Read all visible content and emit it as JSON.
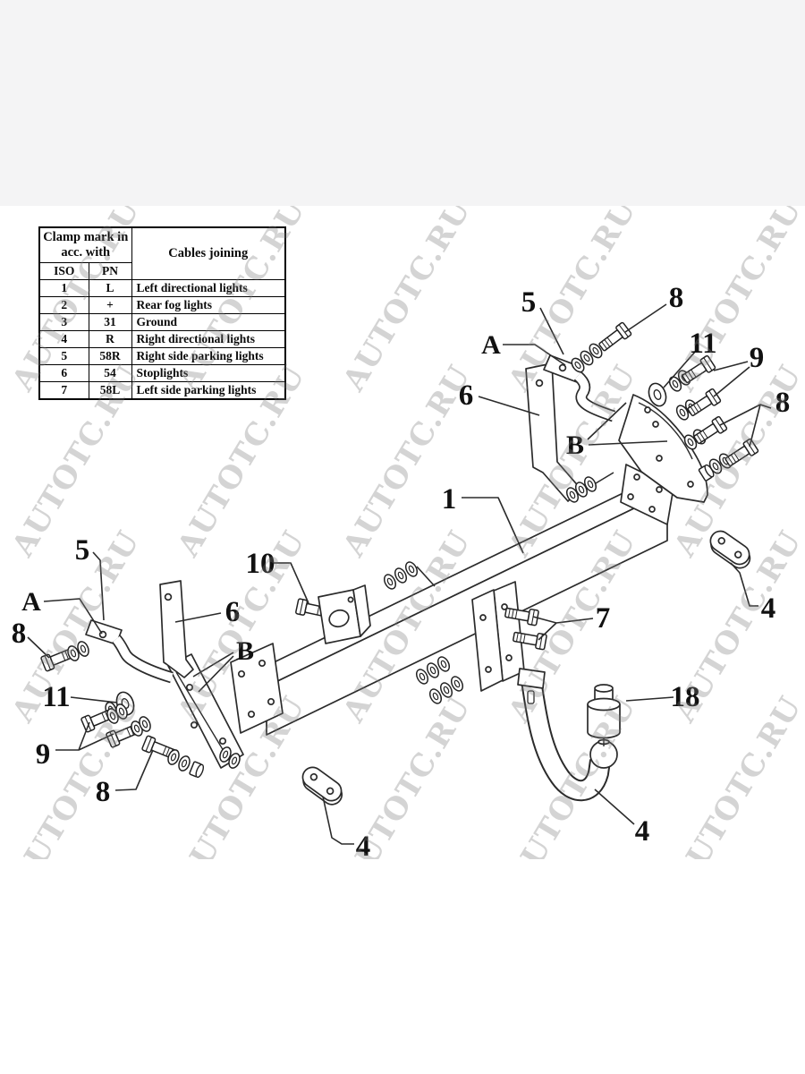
{
  "watermark": {
    "text": "AUTOTC.RU"
  },
  "table": {
    "header": {
      "clamp_mark": "Clamp mark in acc. with",
      "iso": "ISO",
      "pn": "PN",
      "cables": "Cables joining"
    },
    "rows": [
      {
        "iso": "1",
        "pn": "L",
        "cables": "Left directional lights"
      },
      {
        "iso": "2",
        "pn": "+",
        "cables": "Rear fog lights"
      },
      {
        "iso": "3",
        "pn": "31",
        "cables": "Ground"
      },
      {
        "iso": "4",
        "pn": "R",
        "cables": "Right directional lights"
      },
      {
        "iso": "5",
        "pn": "58R",
        "cables": "Right side parking lights"
      },
      {
        "iso": "6",
        "pn": "54",
        "cables": "Stoplights"
      },
      {
        "iso": "7",
        "pn": "58L",
        "cables": "Left side parking lights"
      }
    ]
  },
  "diagram": {
    "labels": {
      "right_bracket": "5",
      "right_bolt_top": "8",
      "right_mark_a": "A",
      "right_washer": "11",
      "right_bolts": "9",
      "right_bolt_side": "8",
      "right_strip": "6",
      "right_mark_b": "B",
      "crossbar": "1",
      "clamp": "10",
      "left_bracket": "5",
      "left_mark_a": "A",
      "left_bolt_top": "8",
      "left_strip": "6",
      "left_mark_b": "B",
      "left_washer": "11",
      "left_bolts": "9",
      "left_bolt_bottom": "8",
      "plate_top_right": "4",
      "bolts_center": "7",
      "ball_cover": "18",
      "ball_hook": "4",
      "plate_bottom_left": "4"
    }
  }
}
